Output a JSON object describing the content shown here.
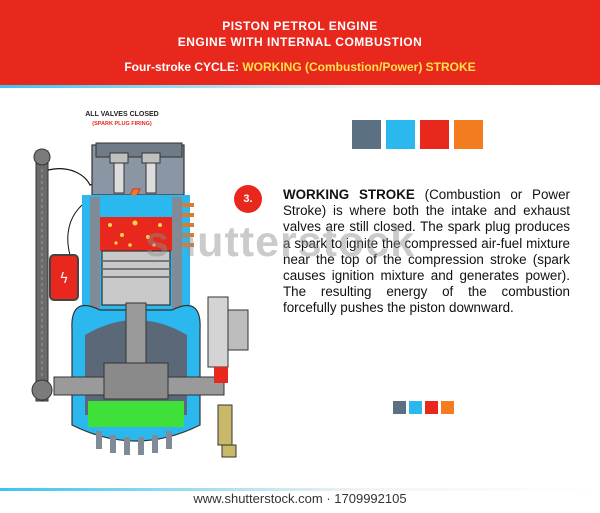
{
  "header": {
    "title_line1": "PISTON PETROL ENGINE",
    "title_line2": "ENGINE WITH INTERNAL COMBUSTION",
    "cycle_prefix": "Four-stroke CYCLE: ",
    "cycle_stroke": "WORKING (Combustion/Power) STROKE"
  },
  "diagram": {
    "valves_label": "ALL VALVES CLOSED",
    "valves_sublabel": "(SPARK PLUG FIRING)"
  },
  "palette": [
    "#5c7083",
    "#2ab8ee",
    "#e8281c",
    "#f47c20"
  ],
  "step": {
    "number": "3.",
    "heading": "WORKING STROKE",
    "text": " (Combustion or Power Stroke) is where both the intake and exhaust valves are still closed. The spark plug produces a spark to ignite the compressed air-fuel mixture near the top of the compression stroke (spark causes ignition mixture and generates power). The resulting energy of the combustion forcefully pushes the piston downward."
  },
  "watermark": "shutterstock",
  "footer": "www.shutterstock.com · 1709992105"
}
